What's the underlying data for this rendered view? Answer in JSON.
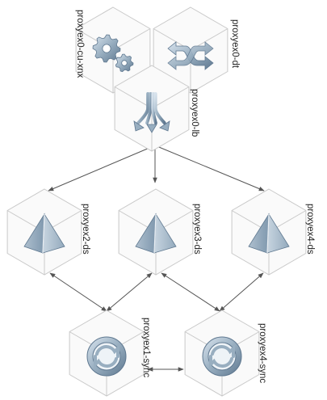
{
  "nodes": [
    {
      "key": "cu",
      "label": "proxyex0-cu-xnx",
      "icon": "gears-icon"
    },
    {
      "key": "dt",
      "label": "proxyex0-dt",
      "icon": "exchange-arrows-icon"
    },
    {
      "key": "lb",
      "label": "proxyex0-lb",
      "icon": "merge-arrows-icon"
    },
    {
      "key": "ds2",
      "label": "proxyex2-ds",
      "icon": "pyramid-icon"
    },
    {
      "key": "ds3",
      "label": "proxyex3-ds",
      "icon": "pyramid-icon"
    },
    {
      "key": "ds4",
      "label": "proxyex4-ds",
      "icon": "pyramid-icon"
    },
    {
      "key": "s1",
      "label": "proxyex1-sync",
      "icon": "sync-circle-icon"
    },
    {
      "key": "s4",
      "label": "proxyex4-sync",
      "icon": "sync-circle-icon"
    }
  ],
  "edges": [
    {
      "from": "lb",
      "to": "ds2",
      "type": "directed"
    },
    {
      "from": "lb",
      "to": "ds3",
      "type": "directed"
    },
    {
      "from": "lb",
      "to": "ds4",
      "type": "directed"
    },
    {
      "from": "ds2",
      "to": "s1",
      "type": "bidirectional"
    },
    {
      "from": "ds3",
      "to": "s1",
      "type": "bidirectional"
    },
    {
      "from": "ds3",
      "to": "s4",
      "type": "bidirectional"
    },
    {
      "from": "ds4",
      "to": "s4",
      "type": "bidirectional"
    },
    {
      "from": "s1",
      "to": "s4",
      "type": "bidirectional"
    }
  ],
  "colors": {
    "icon_fill": "#98aec0",
    "icon_dark": "#5f7890",
    "icon_light": "#d9e4ee",
    "cube_stroke": "#c9c9c9",
    "edge": "#555555"
  }
}
